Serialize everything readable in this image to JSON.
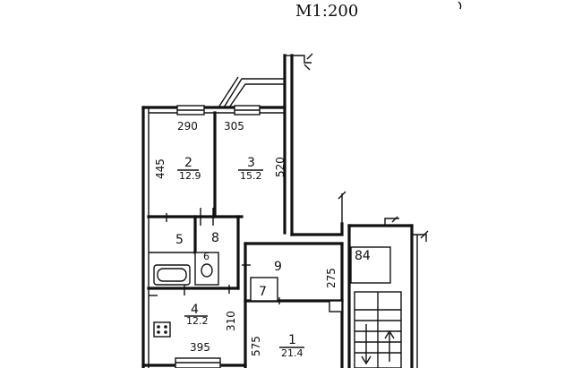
{
  "scale_label": "M1:200",
  "rooms": [
    {
      "number": "1",
      "area": "21.4"
    },
    {
      "number": "2",
      "area": "12.9"
    },
    {
      "number": "3",
      "area": "15.2"
    },
    {
      "number": "4",
      "area": "12.2"
    },
    {
      "number": "5",
      "area": ""
    },
    {
      "number": "6",
      "area": ""
    },
    {
      "number": "7",
      "area": ""
    },
    {
      "number": "8",
      "area": ""
    },
    {
      "number": "9",
      "area": ""
    },
    {
      "number": "84",
      "area": ""
    }
  ],
  "dimensions": [
    "290",
    "305",
    "445",
    "520",
    "275",
    "310",
    "575",
    "395"
  ]
}
